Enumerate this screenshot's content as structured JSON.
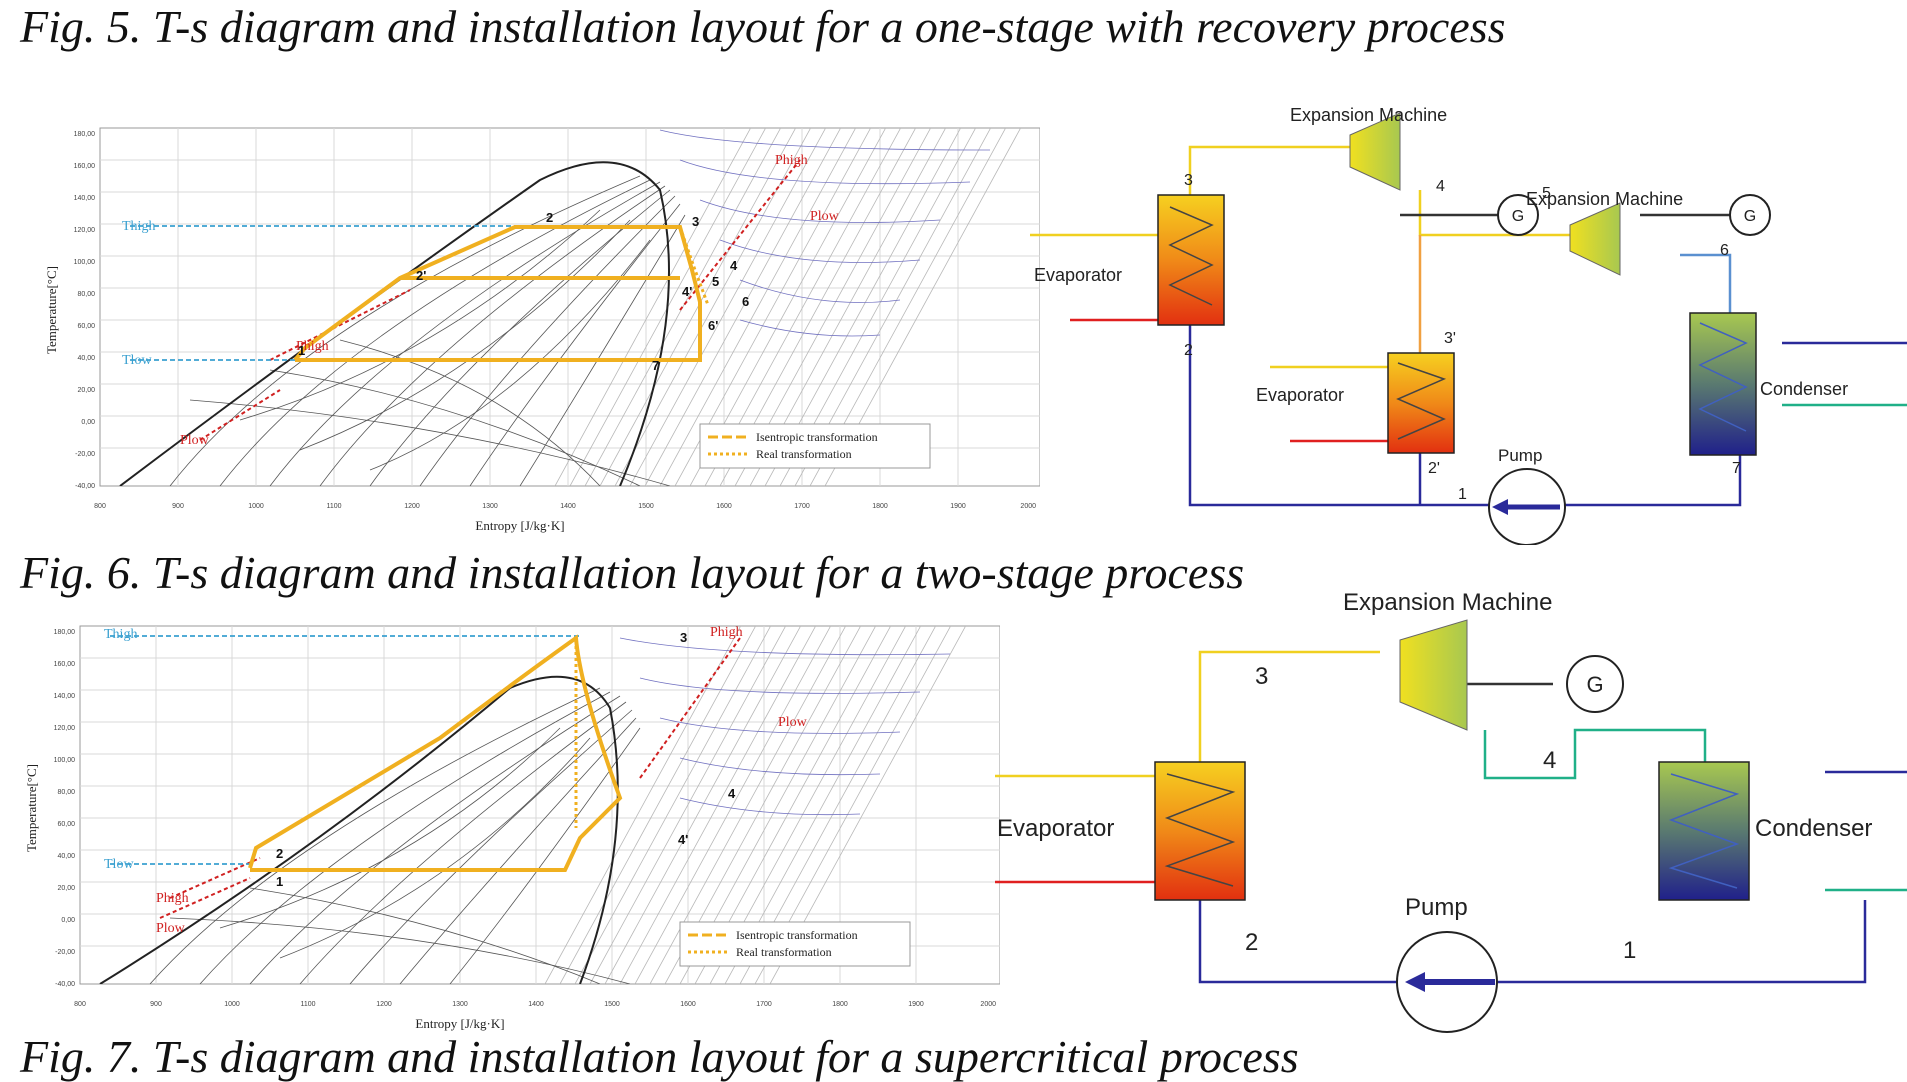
{
  "captions": {
    "fig5": "Fig. 5. T-s diagram and installation layout for a one-stage with recovery process",
    "fig6": "Fig. 6. T-s diagram and installation layout for a two-stage process",
    "fig7": "Fig. 7. T-s diagram and installation layout for a supercritical process"
  },
  "ts_top": {
    "axis_x": "Entropy [J/kg·K]",
    "axis_y": "Temperature[°C]",
    "labels": {
      "t_high": "Thigh",
      "t_low": "Tlow",
      "p_high_left": "Phigh",
      "p_low_left": "Plow",
      "p_high_right": "Phigh",
      "p_low_right": "Plow"
    },
    "points": [
      "1",
      "2",
      "2'",
      "3",
      "4",
      "4'",
      "5",
      "6",
      "6'",
      "7"
    ],
    "legend": {
      "isentropic": "Isentropic transformation",
      "real": "Real transformation"
    },
    "x_ticks": [
      "800",
      "900",
      "1000",
      "1100",
      "1200",
      "1300",
      "1400",
      "1500",
      "1600",
      "1700",
      "1800",
      "1900",
      "2000"
    ],
    "y_ticks": [
      "-40,00",
      "-20,00",
      "0,00",
      "20,00",
      "40,00",
      "60,00",
      "80,00",
      "100,00",
      "120,00",
      "140,00",
      "160,00",
      "180,00"
    ]
  },
  "ts_bottom": {
    "axis_x": "Entropy [J/kg·K]",
    "axis_y": "Temperature[°C]",
    "labels": {
      "t_high": "Thigh",
      "t_low": "Tlow",
      "p_high_left": "Phigh",
      "p_low_left": "Plow",
      "p_high_right": "Phigh",
      "p_low_right": "Plow"
    },
    "points": [
      "1",
      "2",
      "3",
      "4",
      "4'"
    ],
    "legend": {
      "isentropic": "Isentropic transformation",
      "real": "Real transformation"
    },
    "x_ticks": [
      "800",
      "900",
      "1000",
      "1100",
      "1200",
      "1300",
      "1400",
      "1500",
      "1600",
      "1700",
      "1800",
      "1900",
      "2000"
    ],
    "y_ticks": [
      "-40,00",
      "-20,00",
      "0,00",
      "20,00",
      "40,00",
      "60,00",
      "80,00",
      "100,00",
      "120,00",
      "140,00",
      "160,00",
      "180,00"
    ]
  },
  "layout_top": {
    "expansion_machine_1": "Expansion Machine",
    "expansion_machine_2": "Expansion Machine",
    "evaporator_1": "Evaporator",
    "evaporator_2": "Evaporator",
    "condenser": "Condenser",
    "pump": "Pump",
    "generator_symbol": "G",
    "nodes": {
      "n1": "1",
      "n2": "2",
      "n2p": "2'",
      "n3": "3",
      "n3p": "3'",
      "n4": "4",
      "n5": "5",
      "n6": "6",
      "n7": "7"
    }
  },
  "layout_bottom": {
    "expansion_machine": "Expansion Machine",
    "evaporator": "Evaporator",
    "condenser": "Condenser",
    "pump": "Pump",
    "generator_symbol": "G",
    "nodes": {
      "n1": "1",
      "n2": "2",
      "n3": "3",
      "n4": "4"
    }
  },
  "colors": {
    "cycle": "#f0b020",
    "hot_line": "#f0d020",
    "cold_line": "#2a2a9a",
    "green_line": "#20b088",
    "red_line": "#e02020",
    "dashed_blue": "#3aa0d0",
    "dashed_red": "#d02020"
  }
}
